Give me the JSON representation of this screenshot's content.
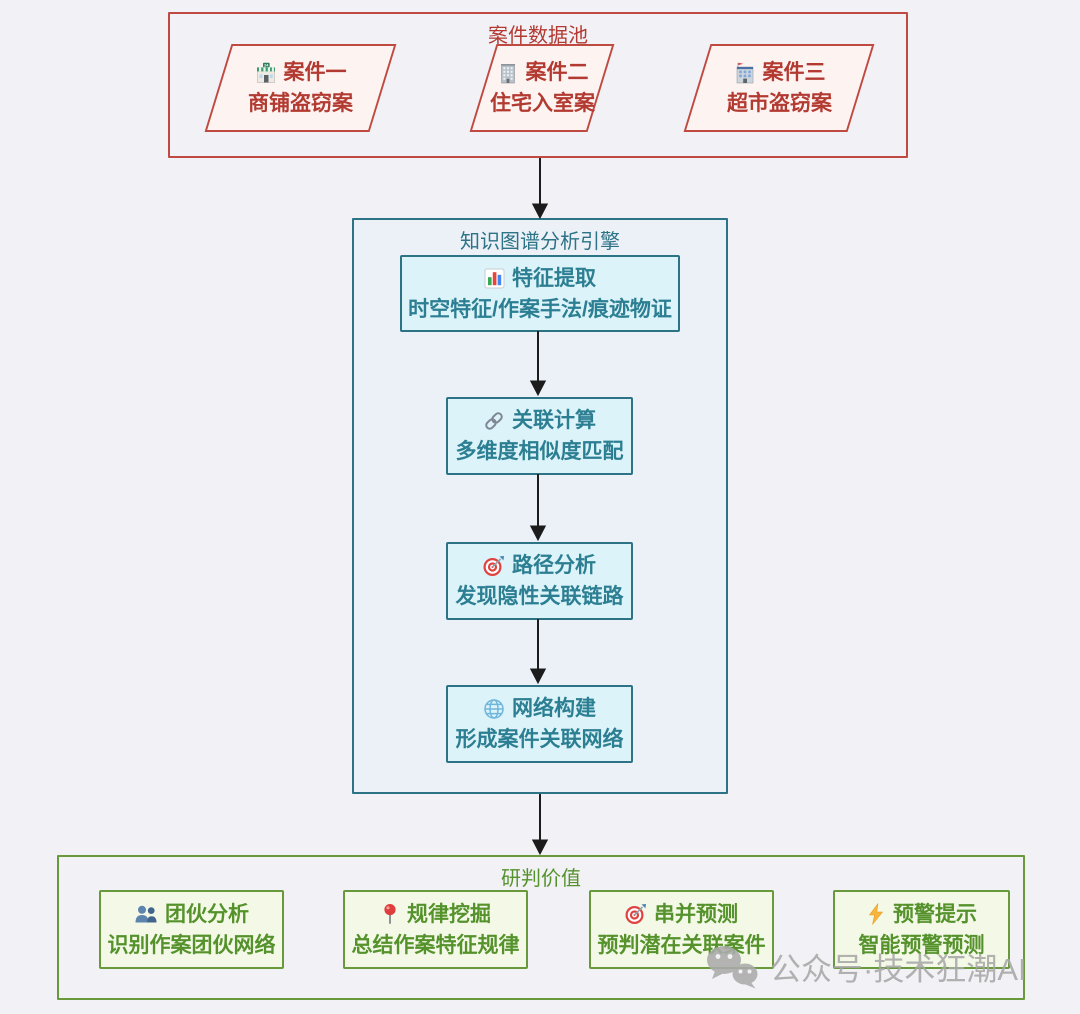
{
  "pool": {
    "title": "案件数据池",
    "nodes": [
      {
        "icon": "convenience-store-icon",
        "title": "案件一",
        "subtitle": "商铺盗窃案"
      },
      {
        "icon": "office-building-icon",
        "title": "案件二",
        "subtitle": "住宅入室案"
      },
      {
        "icon": "department-store-icon",
        "title": "案件三",
        "subtitle": "超市盗窃案"
      }
    ]
  },
  "engine": {
    "title": "知识图谱分析引擎",
    "steps": [
      {
        "icon": "bar-chart-icon",
        "title": "特征提取",
        "subtitle": "时空特征/作案手法/痕迹物证"
      },
      {
        "icon": "link-icon",
        "title": "关联计算",
        "subtitle": "多维度相似度匹配"
      },
      {
        "icon": "target-icon",
        "title": "路径分析",
        "subtitle": "发现隐性关联链路"
      },
      {
        "icon": "globe-icon",
        "title": "网络构建",
        "subtitle": "形成案件关联网络"
      }
    ]
  },
  "value": {
    "title": "研判价值",
    "nodes": [
      {
        "icon": "people-icon",
        "title": "团伙分析",
        "subtitle": "识别作案团伙网络"
      },
      {
        "icon": "pushpin-icon",
        "title": "规律挖掘",
        "subtitle": "总结作案特征规律"
      },
      {
        "icon": "target-icon",
        "title": "串并预测",
        "subtitle": "预判潜在关联案件"
      },
      {
        "icon": "lightning-icon",
        "title": "预警提示",
        "subtitle": "智能预警预测"
      }
    ]
  },
  "watermark": {
    "icon": "wechat-icon",
    "text": "公众号·技术狂潮AI"
  },
  "colors": {
    "page-bg": "#f2f1f6",
    "red-border": "#bf4a42",
    "red-text": "#b23a31",
    "red-fill": "#fdf3f1",
    "teal-border": "#2d7386",
    "teal-text": "#2c7f92",
    "teal-fill": "#dcf3f9",
    "engine-bg": "#ecf1f8",
    "green-border": "#68993a",
    "green-text": "#55922c",
    "green-fill": "#f3f9e6",
    "arrow": "#1c1c1c",
    "watermark": "#a8a8a8"
  }
}
